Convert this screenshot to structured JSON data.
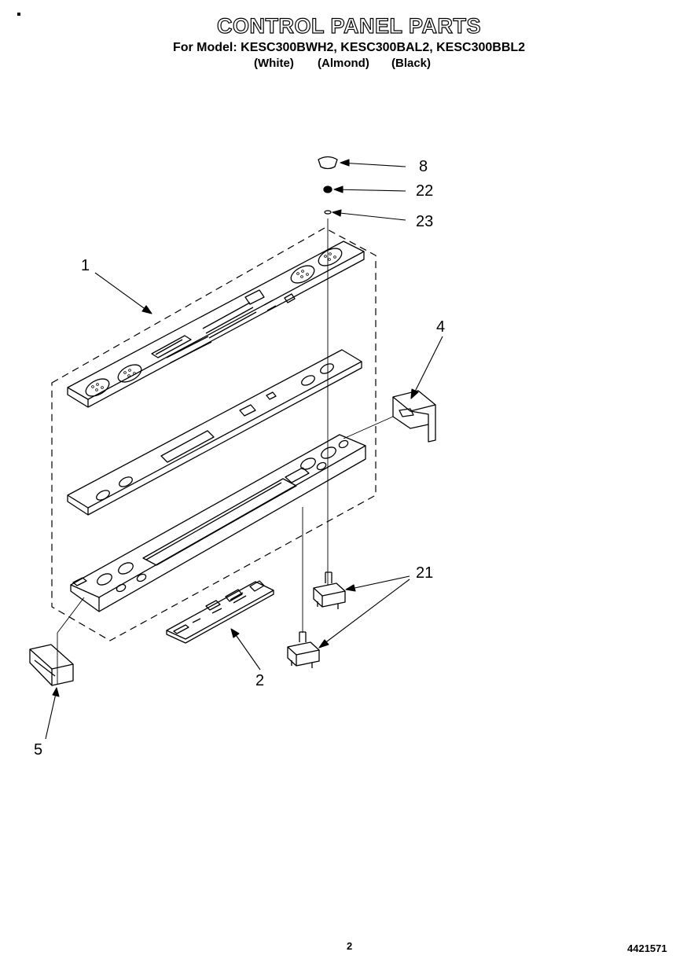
{
  "header": {
    "title": "CONTROL PANEL PARTS",
    "models": "For Model: KESC300BWH2, KESC300BAL2, KESC300BBL2",
    "colors": [
      "(White)",
      "(Almond)",
      "(Black)"
    ]
  },
  "callouts": {
    "c1": "1",
    "c2": "2",
    "c4": "4",
    "c5": "5",
    "c8": "8",
    "c21": "21",
    "c22": "22",
    "c23": "23"
  },
  "footer": {
    "page_number": "2",
    "doc_number": "4421571"
  }
}
